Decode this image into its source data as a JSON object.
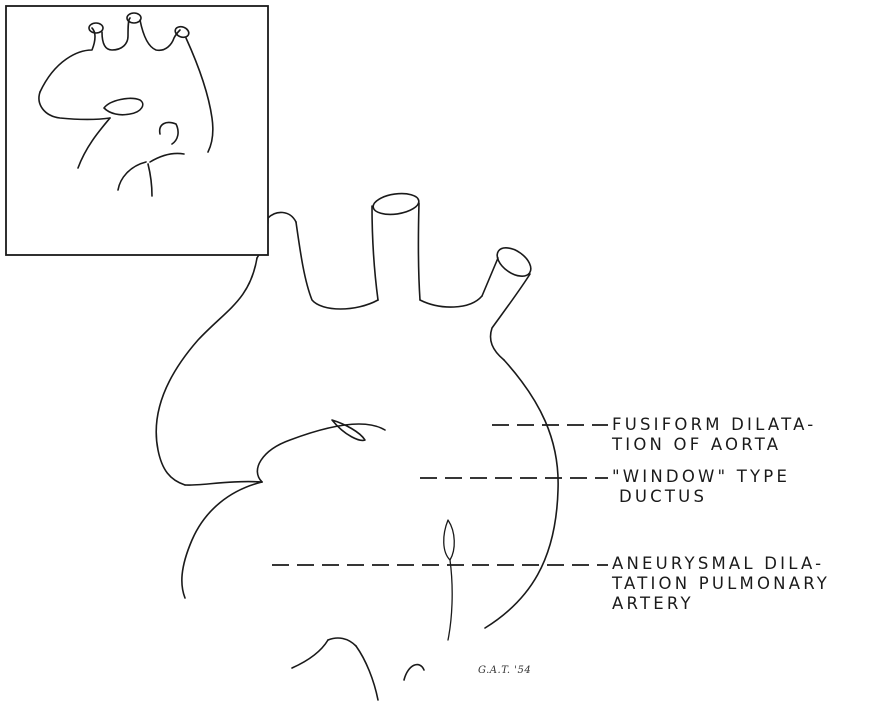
{
  "labels": {
    "aorta_line1": "FUSIFORM DILATA-",
    "aorta_line2": "TION OF AORTA",
    "ductus_line1": "\"WINDOW\" TYPE",
    "ductus_line2": "DUCTUS",
    "pulmonary_line1": "ANEURYSMAL DILA-",
    "pulmonary_line2": "TATION PULMONARY",
    "pulmonary_line3": "ARTERY"
  },
  "signature": "G.A.T. '54",
  "colors": {
    "ink": "#1a1a1a",
    "paper": "#ffffff"
  }
}
